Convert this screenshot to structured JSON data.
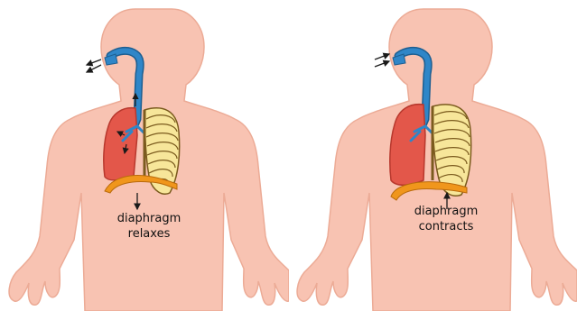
{
  "colors": {
    "skin": "#f8c3b2",
    "skin_outline": "#ecab96",
    "lung": "#e3574a",
    "lung_outline": "#b8382d",
    "airway": "#2f86c8",
    "airway_outline": "#1d5e90",
    "ribs": "#f7e69a",
    "rib_outline": "#7b5b1e",
    "diaphragm": "#f0961c",
    "arrow": "#1a1a1a"
  },
  "panels": [
    {
      "state": "exhale",
      "label_line1": "diaphragm",
      "label_line2": "relaxes"
    },
    {
      "state": "inhale",
      "label_line1": "diaphragm",
      "label_line2": "contracts"
    }
  ]
}
